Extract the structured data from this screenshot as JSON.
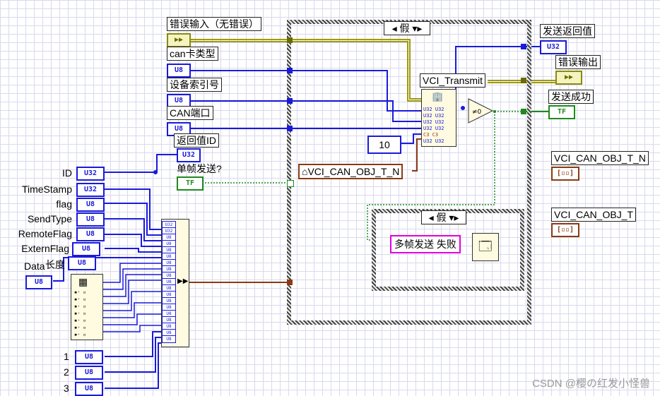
{
  "controls": {
    "error_in": "错误输入（无错误）",
    "can_type": "can卡类型",
    "device_index": "设备索引号",
    "can_port": "CAN端口",
    "return_id": "返回值ID",
    "single_send": "单帧发送?"
  },
  "outputs": {
    "send_return": "发送返回值",
    "error_out": "错误输出",
    "send_ok": "发送成功"
  },
  "fields": {
    "id": "ID",
    "timestamp": "TimeStamp",
    "flag": "flag",
    "sendtype": "SendType",
    "remoteflag": "RemoteFlag",
    "externflag": "ExternFlag",
    "data": "Data",
    "length": "长度",
    "n1": "1",
    "n2": "2",
    "n3": "3"
  },
  "types": {
    "u8": "U8",
    "u32": "U32",
    "tf": "TF",
    "err": "▶▶",
    "cluster": "[▫▫]"
  },
  "case_outer": "假",
  "case_inner": "假",
  "function_name": "VCI_Transmit",
  "constant_ten": "10",
  "cluster_const": "VCI_CAN_OBJ_T_N",
  "multi_fail": "多帧发送 失败",
  "indicator_n": "VCI_CAN_OBJ_T_N",
  "indicator_t": "VCI_CAN_OBJ_T",
  "watermark": "CSDN @樱の红发小怪兽",
  "colors": {
    "int_wire": "#1a1adb",
    "bool_wire": "#1e8a1e",
    "error_wire": "#a09a10",
    "cluster_wire": "#8a3a14"
  }
}
